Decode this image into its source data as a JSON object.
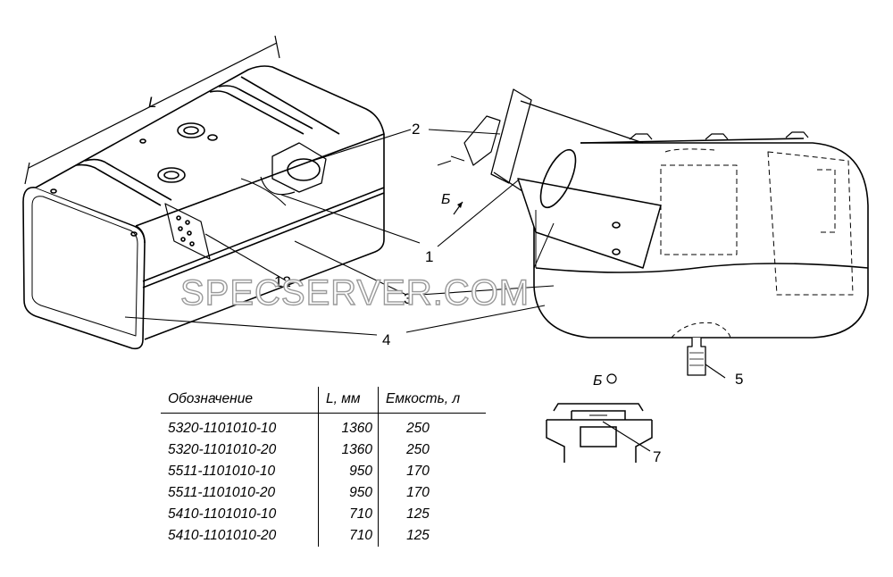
{
  "dimension_label": "L",
  "callouts": {
    "c1": "1",
    "c2": "2",
    "c3": "3",
    "c4": "4",
    "c5": "5",
    "c7": "7",
    "c12": "12"
  },
  "view_arrow_label": "Б",
  "view_detail_label": "Б",
  "watermark": "SPECSERVER.COM",
  "table": {
    "headers": [
      "Обозначение",
      "L, мм",
      "Емкость, л"
    ],
    "rows": [
      [
        "5320-1101010-10",
        "1360",
        "250"
      ],
      [
        "5320-1101010-20",
        "1360",
        "250"
      ],
      [
        "5511-1101010-10",
        "950",
        "170"
      ],
      [
        "5511-1101010-20",
        "950",
        "170"
      ],
      [
        "5410-1101010-10",
        "710",
        "125"
      ],
      [
        "5410-1101010-20",
        "710",
        "125"
      ]
    ]
  }
}
